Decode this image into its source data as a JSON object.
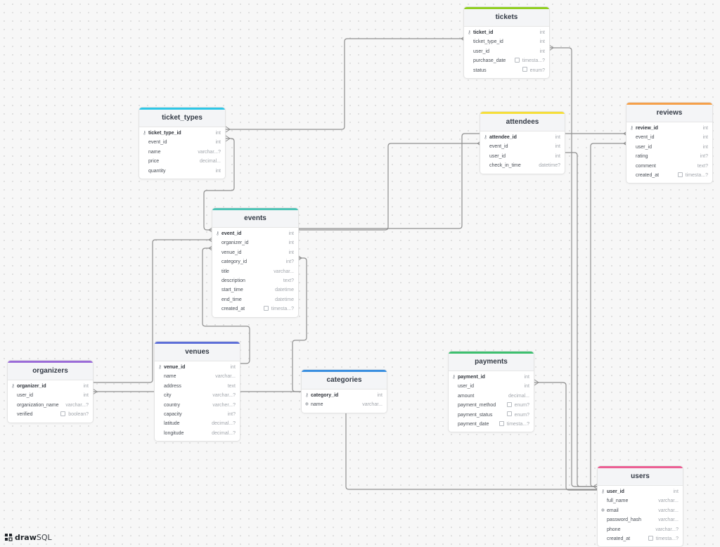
{
  "brand": {
    "part1": "draw",
    "part2": "SQL"
  },
  "tables": {
    "tickets": {
      "name": "tickets",
      "color": "#8fce1f",
      "columns": [
        {
          "name": "ticket_id",
          "type": "int",
          "pk": true
        },
        {
          "name": "ticket_type_id",
          "type": "int"
        },
        {
          "name": "user_id",
          "type": "int"
        },
        {
          "name": "purchase_date",
          "type": "timesta...?",
          "nullable_box": true
        },
        {
          "name": "status",
          "type": "enum?",
          "nullable_box": true
        }
      ]
    },
    "ticket_types": {
      "name": "ticket_types",
      "color": "#2ec7e6",
      "columns": [
        {
          "name": "ticket_type_id",
          "type": "int",
          "pk": true
        },
        {
          "name": "event_id",
          "type": "int"
        },
        {
          "name": "name",
          "type": "varchar...?"
        },
        {
          "name": "price",
          "type": "decimal..."
        },
        {
          "name": "quantity",
          "type": "int"
        }
      ]
    },
    "attendees": {
      "name": "attendees",
      "color": "#f5de3a",
      "columns": [
        {
          "name": "attendee_id",
          "type": "int",
          "pk": true
        },
        {
          "name": "event_id",
          "type": "int"
        },
        {
          "name": "user_id",
          "type": "int"
        },
        {
          "name": "check_in_time",
          "type": "datetime?"
        }
      ]
    },
    "reviews": {
      "name": "reviews",
      "color": "#f5a04a",
      "columns": [
        {
          "name": "review_id",
          "type": "int",
          "pk": true
        },
        {
          "name": "event_id",
          "type": "int"
        },
        {
          "name": "user_id",
          "type": "int"
        },
        {
          "name": "rating",
          "type": "int?"
        },
        {
          "name": "comment",
          "type": "text?"
        },
        {
          "name": "created_at",
          "type": "timesta...?",
          "nullable_box": true
        }
      ]
    },
    "events": {
      "name": "events",
      "color": "#4fc4b6",
      "columns": [
        {
          "name": "event_id",
          "type": "int",
          "pk": true
        },
        {
          "name": "organizer_id",
          "type": "int"
        },
        {
          "name": "venue_id",
          "type": "int"
        },
        {
          "name": "category_id",
          "type": "int?"
        },
        {
          "name": "title",
          "type": "varchar..."
        },
        {
          "name": "description",
          "type": "text?"
        },
        {
          "name": "start_time",
          "type": "datetime"
        },
        {
          "name": "end_time",
          "type": "datetime"
        },
        {
          "name": "created_at",
          "type": "timesta...?",
          "nullable_box": true
        }
      ]
    },
    "organizers": {
      "name": "organizers",
      "color": "#9b6cd8",
      "columns": [
        {
          "name": "organizer_id",
          "type": "int",
          "pk": true
        },
        {
          "name": "user_id",
          "type": "int"
        },
        {
          "name": "organization_name",
          "type": "varchar...?"
        },
        {
          "name": "verified",
          "type": "boolean?",
          "nullable_box": true
        }
      ]
    },
    "venues": {
      "name": "venues",
      "color": "#5d6fd8",
      "columns": [
        {
          "name": "venue_id",
          "type": "int",
          "pk": true
        },
        {
          "name": "name",
          "type": "varchar..."
        },
        {
          "name": "address",
          "type": "text"
        },
        {
          "name": "city",
          "type": "varchar...?"
        },
        {
          "name": "country",
          "type": "varcher...?"
        },
        {
          "name": "capacity",
          "type": "int?"
        },
        {
          "name": "latitude",
          "type": "decimal...?"
        },
        {
          "name": "longitude",
          "type": "decimal...?"
        }
      ]
    },
    "categories": {
      "name": "categories",
      "color": "#3a8fe0",
      "columns": [
        {
          "name": "category_id",
          "type": "int",
          "pk": true
        },
        {
          "name": "name",
          "type": "varchar...",
          "unique": true
        }
      ]
    },
    "payments": {
      "name": "payments",
      "color": "#3dbf6f",
      "columns": [
        {
          "name": "payment_id",
          "type": "int",
          "pk": true
        },
        {
          "name": "user_id",
          "type": "int"
        },
        {
          "name": "amount",
          "type": "decimal..."
        },
        {
          "name": "payment_method",
          "type": "enum?",
          "nullable_box": true
        },
        {
          "name": "payment_status",
          "type": "enum?",
          "nullable_box": true
        },
        {
          "name": "payment_date",
          "type": "timesta...?",
          "nullable_box": true
        }
      ]
    },
    "users": {
      "name": "users",
      "color": "#ec5f93",
      "columns": [
        {
          "name": "user_id",
          "type": "int",
          "pk": true
        },
        {
          "name": "full_name",
          "type": "varchar..."
        },
        {
          "name": "email",
          "type": "varchar...",
          "unique": true
        },
        {
          "name": "password_hash",
          "type": "varchar..."
        },
        {
          "name": "phone",
          "type": "varchar...?"
        },
        {
          "name": "created_at",
          "type": "timesta...?",
          "nullable_box": true
        }
      ]
    }
  }
}
